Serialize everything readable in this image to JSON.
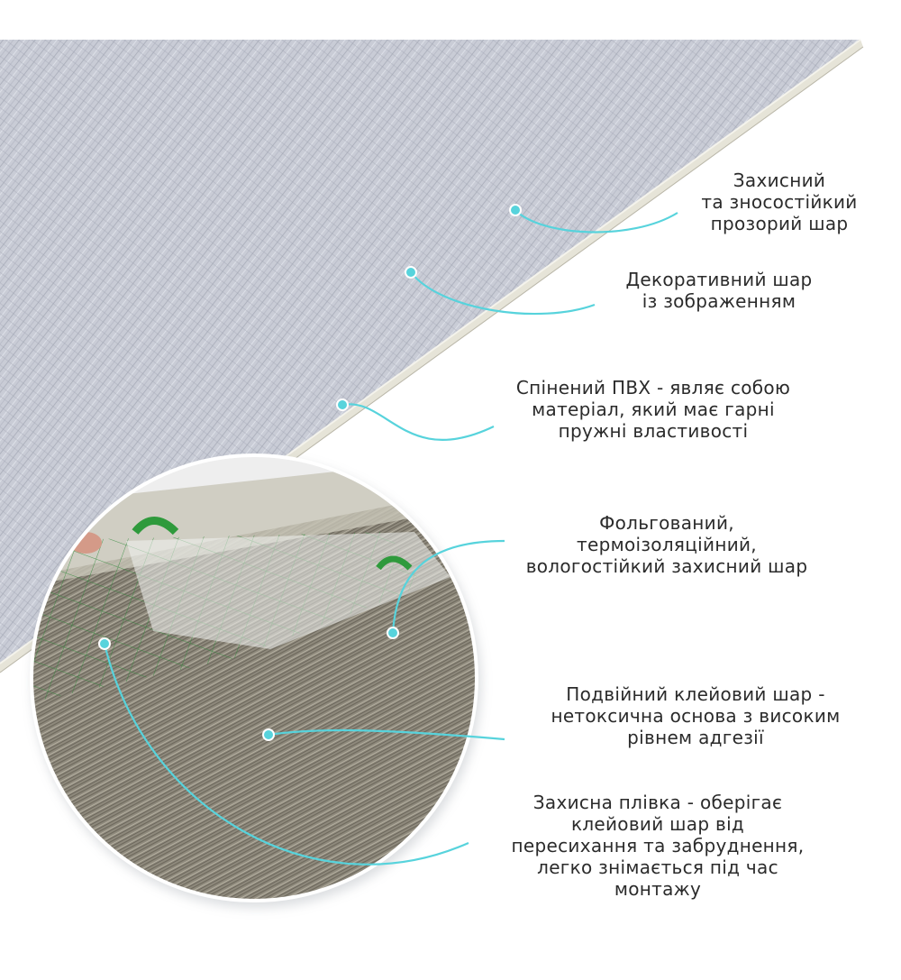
{
  "accent_color": "#57d3dc",
  "labels": [
    {
      "id": "protective-layer",
      "lines": [
        "Захисний",
        "та зносостійкий",
        "прозорий шар"
      ]
    },
    {
      "id": "decorative-layer",
      "lines": [
        "Декоративний шар",
        "із зображенням"
      ]
    },
    {
      "id": "foamed-pvc",
      "lines": [
        "Спінений ПВХ - являє собою",
        "матеріал, який має гарні",
        "пружні властивості"
      ]
    },
    {
      "id": "foil-layer",
      "lines": [
        "Фольгований,",
        "термоізоляційний,",
        "вологостійкий захисний шар"
      ]
    },
    {
      "id": "adhesive-layer",
      "lines": [
        "Подвійний клейовий шар -",
        "нетоксична основа з високим",
        "рівнем адгезії"
      ]
    },
    {
      "id": "release-film",
      "lines": [
        "Захисна плівка - оберігає",
        "клейовий шар від",
        "пересихання та забруднення,",
        "легко знімається під час",
        "монтажу"
      ]
    }
  ]
}
